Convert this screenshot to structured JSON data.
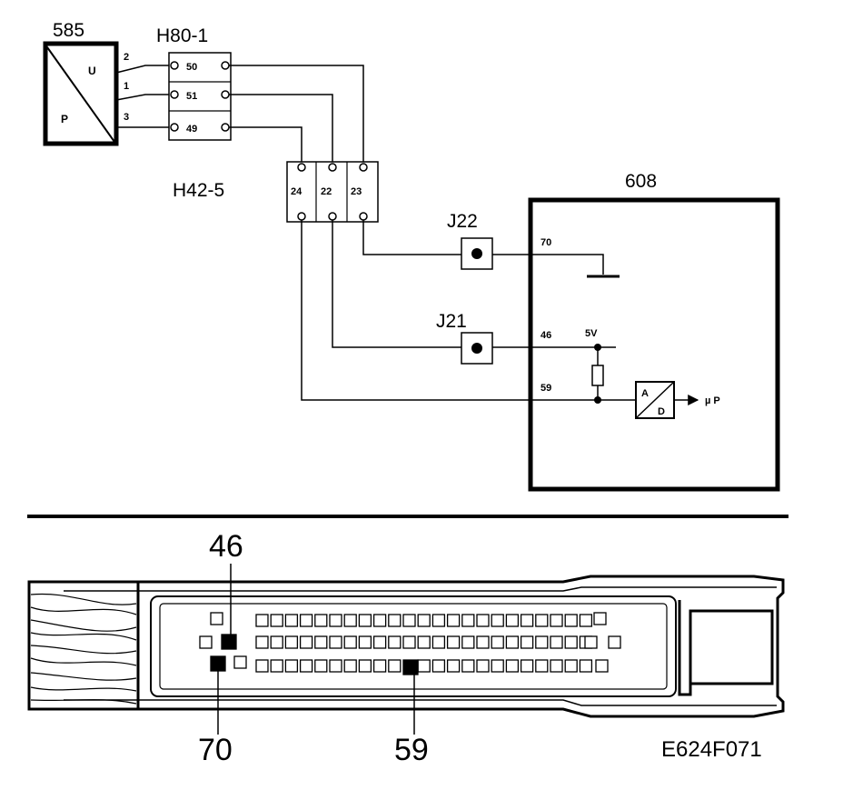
{
  "components": {
    "sensor": {
      "id": "585",
      "u_label": "U",
      "p_label": "P",
      "pins": [
        "2",
        "1",
        "3"
      ]
    },
    "connector_h80": {
      "id": "H80-1",
      "pins": [
        "50",
        "51",
        "49"
      ]
    },
    "connector_h42": {
      "id": "H42-5",
      "pins": [
        "24",
        "22",
        "23"
      ]
    },
    "junction_j22": {
      "id": "J22"
    },
    "junction_j21": {
      "id": "J21"
    },
    "control_unit": {
      "id": "608",
      "pins": [
        "70",
        "46",
        "59"
      ],
      "supply_label": "5V",
      "adc_a": "A",
      "adc_d": "D",
      "micro_label": "µ P"
    }
  },
  "connector_view": {
    "callouts": [
      "46",
      "70",
      "59"
    ]
  },
  "figure_code": "E624F071"
}
